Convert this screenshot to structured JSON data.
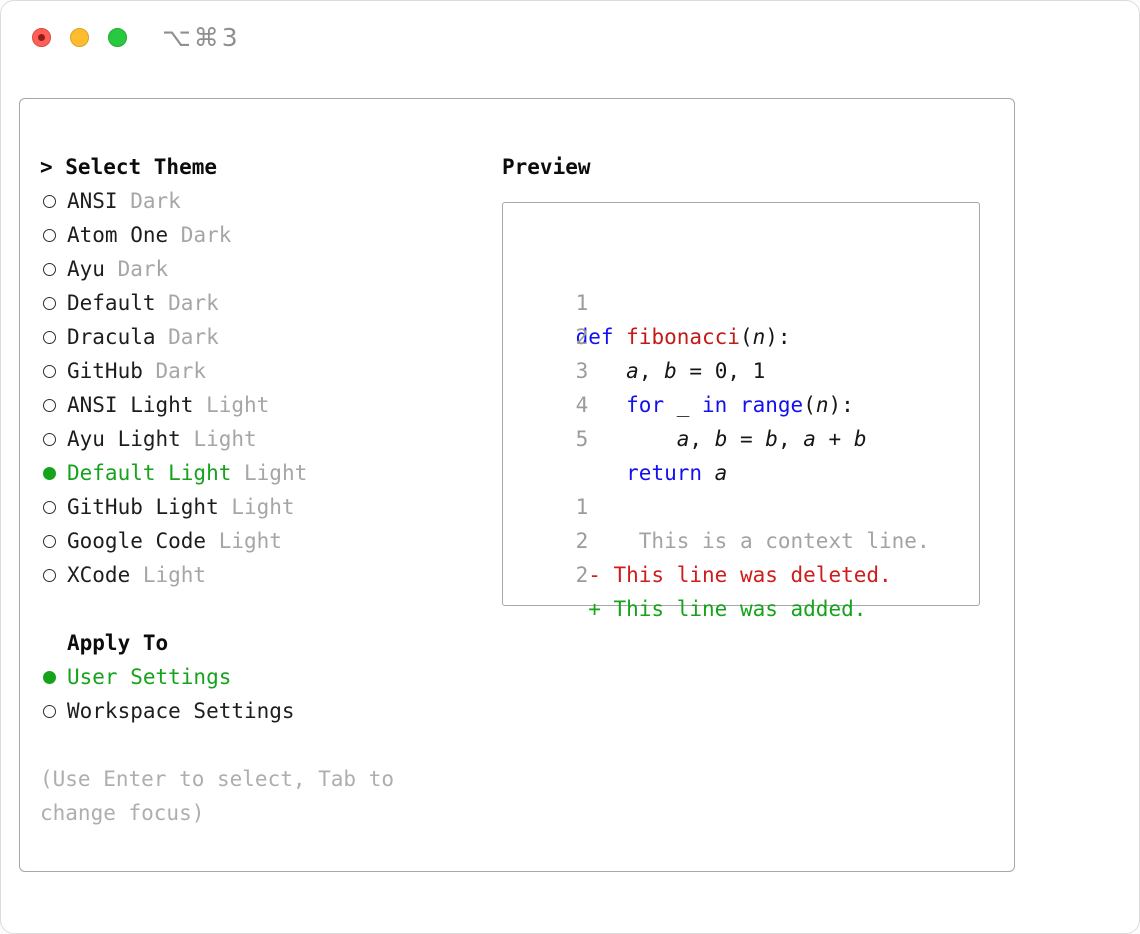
{
  "window": {
    "shortcut": "⌥⌘3"
  },
  "theme_selector": {
    "title": "> Select Theme",
    "items": [
      {
        "name": "ANSI",
        "variant": "Dark",
        "selected": false
      },
      {
        "name": "Atom One",
        "variant": "Dark",
        "selected": false
      },
      {
        "name": "Ayu",
        "variant": "Dark",
        "selected": false
      },
      {
        "name": "Default",
        "variant": "Dark",
        "selected": false
      },
      {
        "name": "Dracula",
        "variant": "Dark",
        "selected": false
      },
      {
        "name": "GitHub",
        "variant": "Dark",
        "selected": false
      },
      {
        "name": "ANSI Light",
        "variant": "Light",
        "selected": false
      },
      {
        "name": "Ayu Light",
        "variant": "Light",
        "selected": false
      },
      {
        "name": "Default Light",
        "variant": "Light",
        "selected": true
      },
      {
        "name": "GitHub Light",
        "variant": "Light",
        "selected": false
      },
      {
        "name": "Google Code",
        "variant": "Light",
        "selected": false
      },
      {
        "name": "XCode",
        "variant": "Light",
        "selected": false
      }
    ]
  },
  "apply_to": {
    "title": "Apply To",
    "options": [
      {
        "label": "User Settings",
        "selected": true
      },
      {
        "label": "Workspace Settings",
        "selected": false
      }
    ]
  },
  "hint": "(Use Enter to select, Tab to change focus)",
  "preview": {
    "title": "Preview",
    "lines": [
      {
        "num": "1",
        "segments": [
          {
            "t": "def ",
            "c": "kw"
          },
          {
            "t": "fibonacci",
            "c": "fn"
          },
          {
            "t": "(",
            "c": "plain"
          },
          {
            "t": "n",
            "c": "var"
          },
          {
            "t": "):",
            "c": "plain"
          }
        ]
      },
      {
        "num": "2",
        "segments": [
          {
            "t": "    ",
            "c": "plain"
          },
          {
            "t": "a",
            "c": "var"
          },
          {
            "t": ", ",
            "c": "plain"
          },
          {
            "t": "b",
            "c": "var"
          },
          {
            "t": " = 0, 1",
            "c": "plain"
          }
        ]
      },
      {
        "num": "3",
        "segments": [
          {
            "t": "    ",
            "c": "plain"
          },
          {
            "t": "for",
            "c": "kw"
          },
          {
            "t": " _ ",
            "c": "plain"
          },
          {
            "t": "in",
            "c": "kw"
          },
          {
            "t": " ",
            "c": "plain"
          },
          {
            "t": "range",
            "c": "kw"
          },
          {
            "t": "(",
            "c": "plain"
          },
          {
            "t": "n",
            "c": "var"
          },
          {
            "t": "):",
            "c": "plain"
          }
        ]
      },
      {
        "num": "4",
        "segments": [
          {
            "t": "        ",
            "c": "plain"
          },
          {
            "t": "a",
            "c": "var"
          },
          {
            "t": ", ",
            "c": "plain"
          },
          {
            "t": "b",
            "c": "var"
          },
          {
            "t": " = ",
            "c": "plain"
          },
          {
            "t": "b",
            "c": "var"
          },
          {
            "t": ", ",
            "c": "plain"
          },
          {
            "t": "a",
            "c": "var"
          },
          {
            "t": " + ",
            "c": "plain"
          },
          {
            "t": "b",
            "c": "var"
          }
        ]
      },
      {
        "num": "5",
        "segments": [
          {
            "t": "    ",
            "c": "plain"
          },
          {
            "t": "return",
            "c": "kw"
          },
          {
            "t": " ",
            "c": "plain"
          },
          {
            "t": "a",
            "c": "var"
          }
        ]
      },
      {
        "num": "",
        "segments": []
      },
      {
        "num": "1",
        "segments": [
          {
            "t": "     This is a context line.",
            "c": "ctx"
          }
        ]
      },
      {
        "num": "2",
        "segments": [
          {
            "t": " - This line was deleted.",
            "c": "del"
          }
        ]
      },
      {
        "num": "2",
        "segments": [
          {
            "t": " + This line was added.",
            "c": "add"
          }
        ]
      }
    ]
  },
  "colors": {
    "selected_green": "#16a31c",
    "keyword_blue": "#1310ef",
    "function_red": "#c41a16",
    "deleted_red": "#d01c1c",
    "added_green": "#16a31c",
    "muted_gray": "#a6a6a6",
    "traffic_red": "#ff5f57",
    "traffic_yellow": "#febc2e",
    "traffic_green": "#28c840"
  }
}
